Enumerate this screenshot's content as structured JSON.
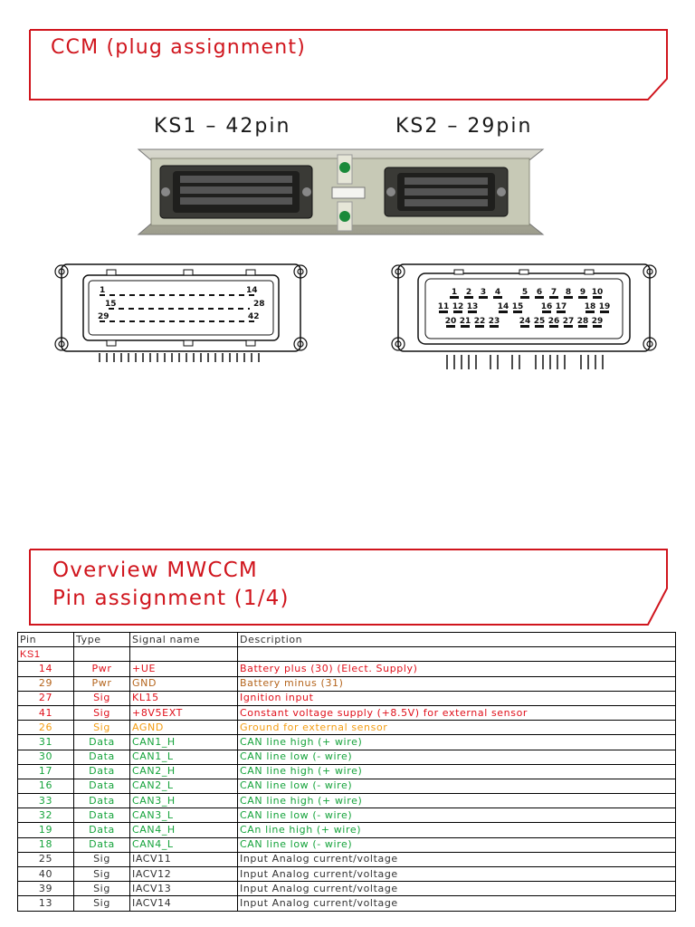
{
  "slide1": {
    "title": "CCM (plug assignment)",
    "ks1_label": "KS1 – 42pin",
    "ks2_label": "KS2 – 29pin",
    "ks1_pins": {
      "top_left": "1",
      "top_right": "14",
      "mid_left": "15",
      "mid_right": "28",
      "bottom_left": "29",
      "bottom_right": "42"
    },
    "ks2_rows": [
      [
        "1",
        "2",
        "3",
        "4",
        "5",
        "6",
        "7",
        "8",
        "9",
        "10"
      ],
      [
        "11",
        "12",
        "13",
        "14",
        "15",
        "16",
        "17",
        "18",
        "19"
      ],
      [
        "20",
        "21",
        "22",
        "23",
        "24",
        "25",
        "26",
        "27",
        "28",
        "29"
      ]
    ]
  },
  "slide2": {
    "title_line1": "Overview MWCCM",
    "title_line2": "Pin assignment (1/4)"
  },
  "colors": {
    "accent": "#d0151d",
    "red": "#e0101b",
    "orange": "#f39c12",
    "green": "#15a33b",
    "brown": "#b5651d",
    "dark": "#333333"
  },
  "table": {
    "headers": [
      "Pin",
      "Type",
      "Signal name",
      "Description"
    ],
    "section": "KS1",
    "rows": [
      {
        "pin": "14",
        "type": "Pwr",
        "signal": "+UE",
        "desc": "Battery plus (30) (Elect. Supply)",
        "color": "red"
      },
      {
        "pin": "29",
        "type": "Pwr",
        "signal": "GND",
        "desc": "Battery minus (31)",
        "color": "brown"
      },
      {
        "pin": "27",
        "type": "Sig",
        "signal": "KL15",
        "desc": "Ignition input",
        "color": "red"
      },
      {
        "pin": "41",
        "type": "Sig",
        "signal": "+8V5EXT",
        "desc": "Constant voltage supply (+8.5V) for external sensor",
        "color": "red"
      },
      {
        "pin": "26",
        "type": "Sig",
        "signal": "AGND",
        "desc": "Ground for external sensor",
        "color": "orange"
      },
      {
        "pin": "31",
        "type": "Data",
        "signal": "CAN1_H",
        "desc": "CAN line high (+ wire)",
        "color": "green"
      },
      {
        "pin": "30",
        "type": "Data",
        "signal": "CAN1_L",
        "desc": "CAN line low (- wire)",
        "color": "green"
      },
      {
        "pin": "17",
        "type": "Data",
        "signal": "CAN2_H",
        "desc": "CAN line high (+ wire)",
        "color": "green"
      },
      {
        "pin": "16",
        "type": "Data",
        "signal": "CAN2_L",
        "desc": "CAN line low (- wire)",
        "color": "green"
      },
      {
        "pin": "33",
        "type": "Data",
        "signal": "CAN3_H",
        "desc": "CAN line high (+ wire)",
        "color": "green"
      },
      {
        "pin": "32",
        "type": "Data",
        "signal": "CAN3_L",
        "desc": "CAN line low (- wire)",
        "color": "green"
      },
      {
        "pin": "19",
        "type": "Data",
        "signal": "CAN4_H",
        "desc": "CAn line high (+ wire)",
        "color": "green"
      },
      {
        "pin": "18",
        "type": "Data",
        "signal": "CAN4_L",
        "desc": "CAN line low (- wire)",
        "color": "green"
      },
      {
        "pin": "25",
        "type": "Sig",
        "signal": "IACV11",
        "desc": "Input Analog current/voltage",
        "color": "dark"
      },
      {
        "pin": "40",
        "type": "Sig",
        "signal": "IACV12",
        "desc": "Input Analog current/voltage",
        "color": "dark"
      },
      {
        "pin": "39",
        "type": "Sig",
        "signal": "IACV13",
        "desc": "Input Analog current/voltage",
        "color": "dark"
      },
      {
        "pin": "13",
        "type": "Sig",
        "signal": "IACV14",
        "desc": "Input Analog current/voltage",
        "color": "dark"
      }
    ]
  }
}
